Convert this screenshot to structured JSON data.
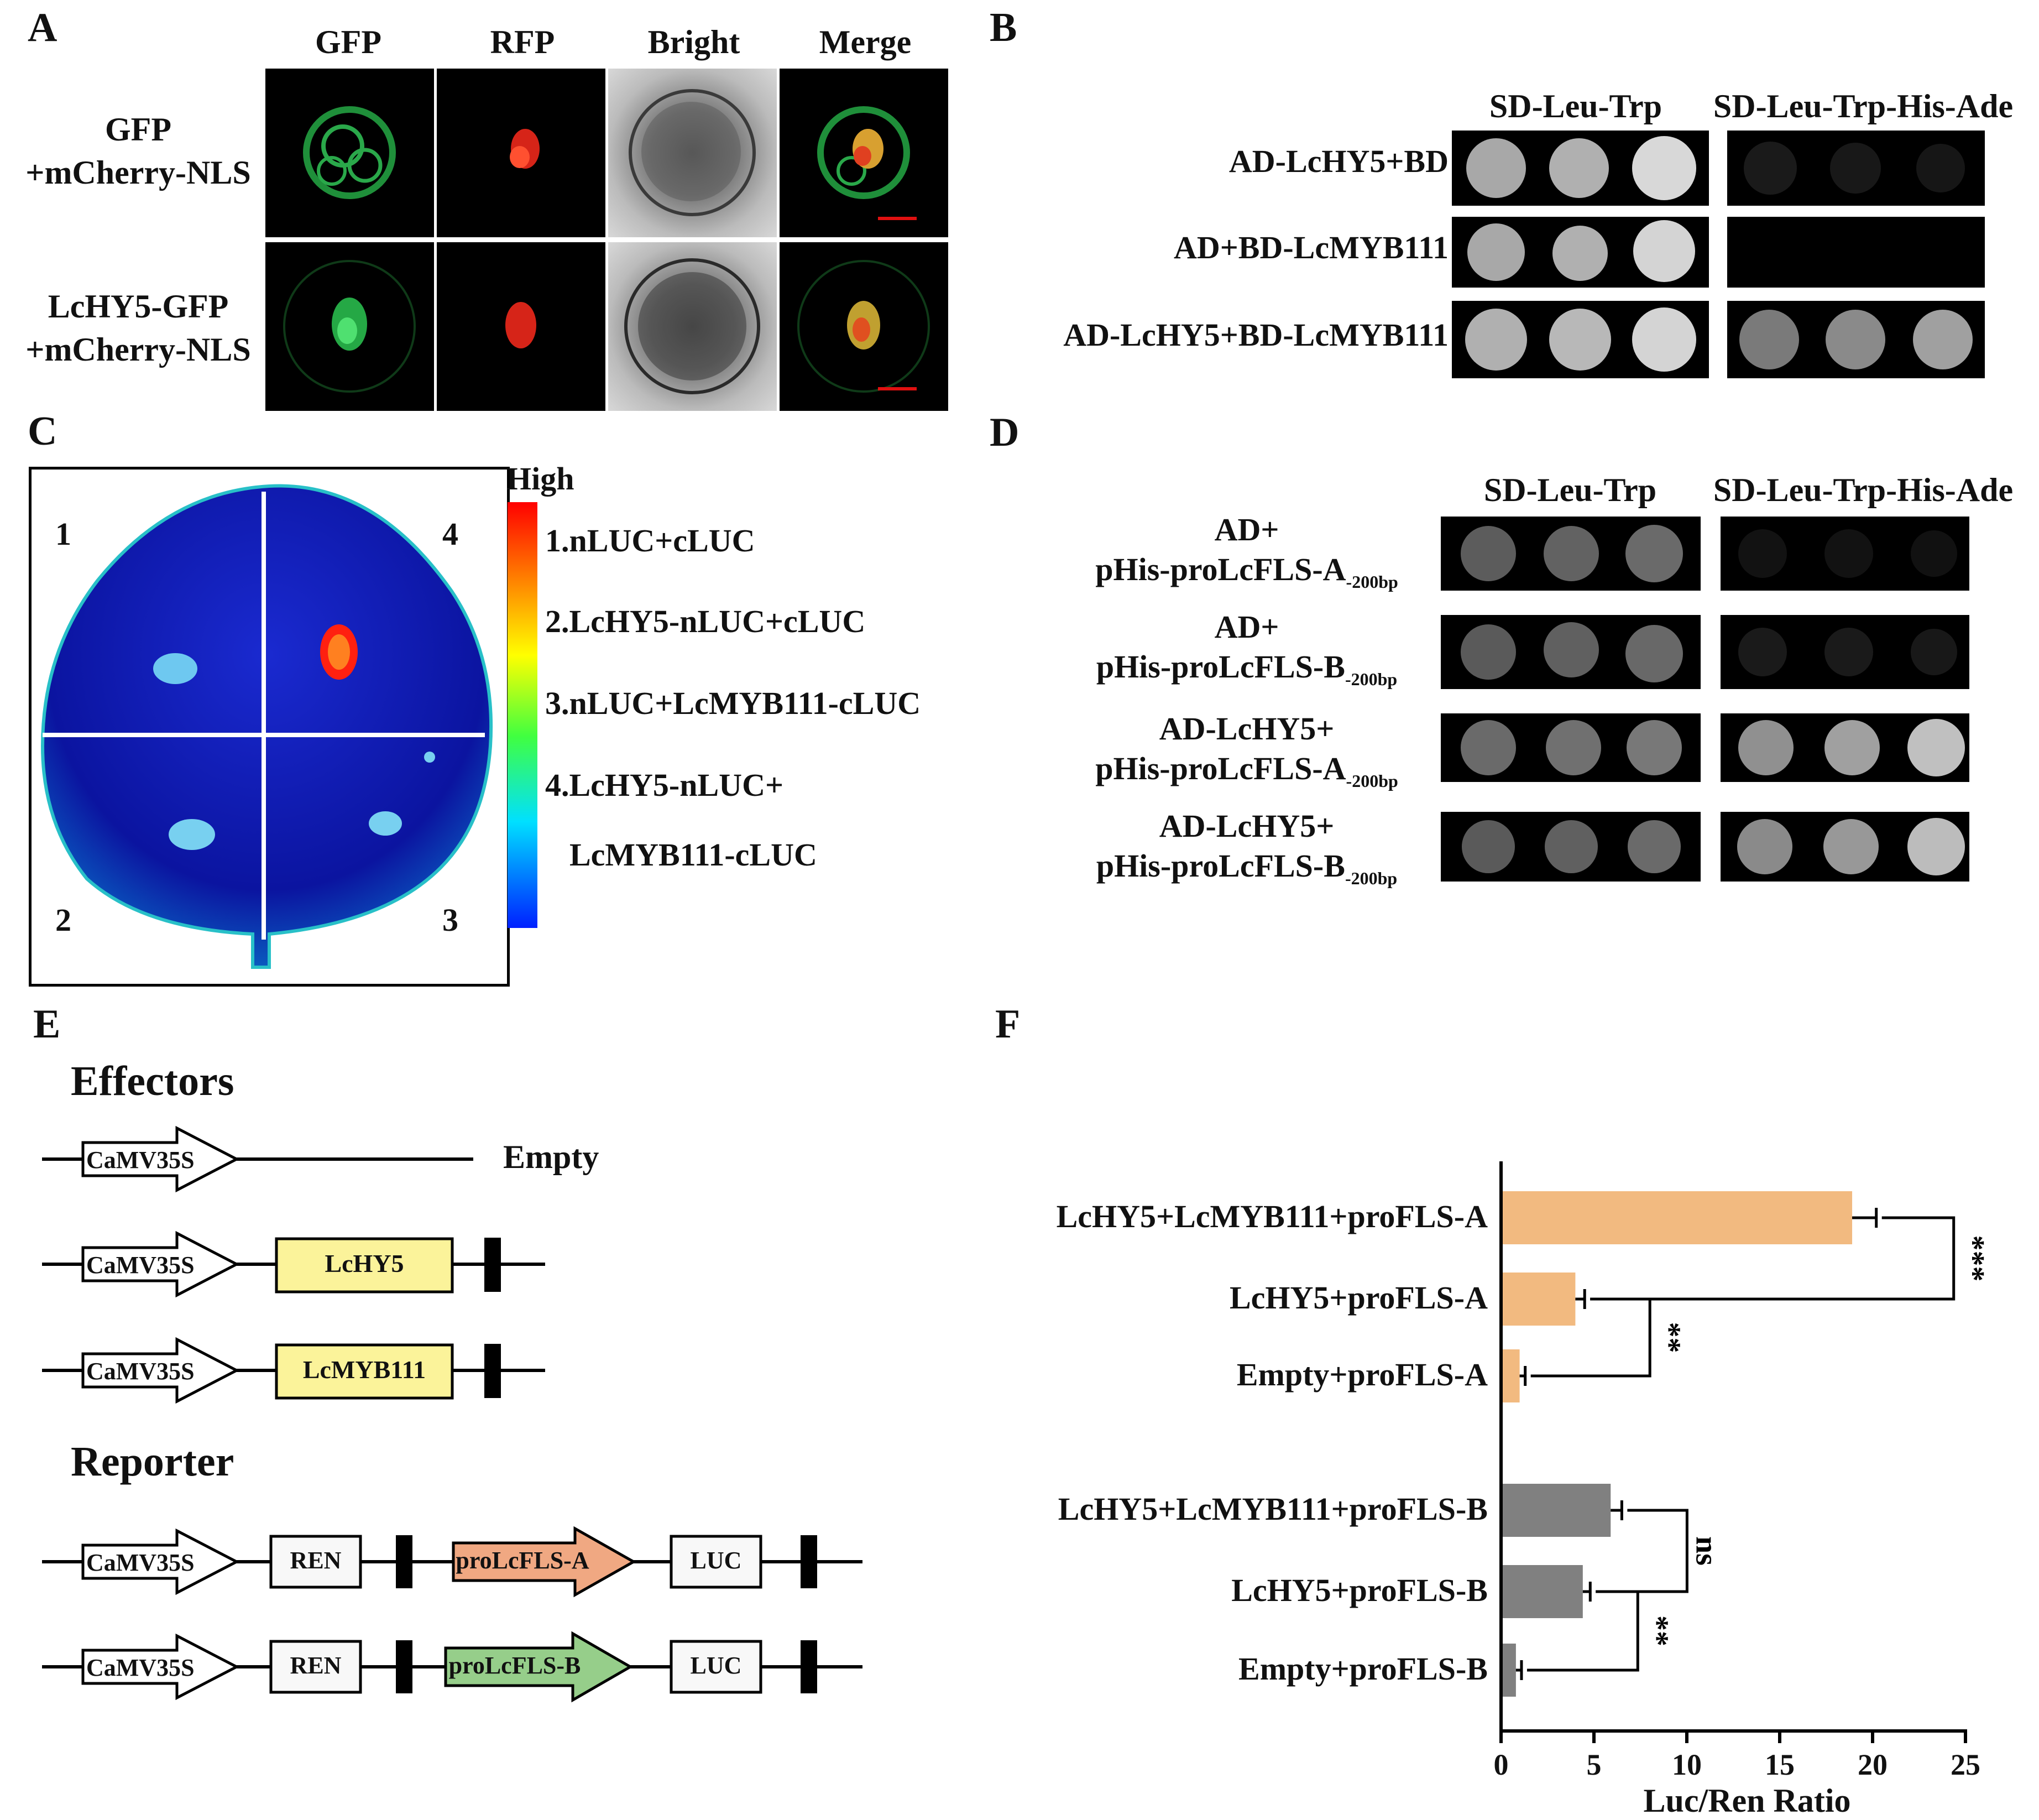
{
  "panels": {
    "A": "A",
    "B": "B",
    "C": "C",
    "D": "D",
    "E": "E",
    "F": "F"
  },
  "panelA": {
    "columns": [
      "GFP",
      "RFP",
      "Bright",
      "Merge"
    ],
    "rows": [
      {
        "line1": "GFP",
        "line2": "+mCherry-NLS"
      },
      {
        "line1": "LcHY5-GFP",
        "line2": "+mCherry-NLS"
      }
    ],
    "colors": {
      "gfp": "#2fa84f",
      "rfp": "#d62418",
      "scale_bar": "#e01010"
    }
  },
  "panelB": {
    "media": [
      "SD-Leu-Trp",
      "SD-Leu-Trp-His-Ade"
    ],
    "rows": [
      "AD-LcHY5+BD",
      "AD+BD-LcMYB111",
      "AD-LcHY5+BD-LcMYB111"
    ]
  },
  "panelC": {
    "scale_high": "High",
    "quadrants": [
      "1",
      "4",
      "2",
      "3"
    ],
    "legend": [
      "1.nLUC+cLUC",
      "2.LcHY5-nLUC+cLUC",
      "3.nLUC+LcMYB111-cLUC",
      "4.LcHY5-nLUC+",
      "LcMYB111-cLUC"
    ]
  },
  "panelD": {
    "media": [
      "SD-Leu-Trp",
      "SD-Leu-Trp-His-Ade"
    ],
    "rows": [
      {
        "line1": "AD+",
        "line2": "pHis-proLcFLS-A",
        "sub": "-200bp"
      },
      {
        "line1": "AD+",
        "line2": "pHis-proLcFLS-B",
        "sub": "-200bp"
      },
      {
        "line1": "AD-LcHY5+",
        "line2": "pHis-proLcFLS-A",
        "sub": "-200bp"
      },
      {
        "line1": "AD-LcHY5+",
        "line2": "pHis-proLcFLS-B",
        "sub": "-200bp"
      }
    ]
  },
  "panelE": {
    "effectors_title": "Effectors",
    "reporter_title": "Reporter",
    "promoter": "CaMV35S",
    "empty": "Empty",
    "genes": [
      "LcHY5",
      "LcMYB111"
    ],
    "ren": "REN",
    "luc": "LUC",
    "pro_a": "proLcFLS-A",
    "pro_b": "proLcFLS-B",
    "colors": {
      "gene": "#fbf39a",
      "pro_a": "#f0a882",
      "pro_b": "#96ce8a"
    }
  },
  "chart_data": {
    "type": "bar",
    "orientation": "horizontal",
    "categories": [
      "LcHY5+LcMYB111+proFLS-A",
      "LcHY5+proFLS-A",
      "Empty+proFLS-A",
      "LcHY5+LcMYB111+proFLS-B",
      "LcHY5+proFLS-B",
      "Empty+proFLS-B"
    ],
    "values": [
      18.9,
      4.0,
      1.0,
      5.9,
      4.4,
      0.8
    ],
    "errors": [
      1.3,
      0.5,
      0.3,
      0.6,
      0.4,
      0.3
    ],
    "colors": [
      "#f2ba80",
      "#f2ba80",
      "#f2ba80",
      "#808080",
      "#808080",
      "#808080"
    ],
    "xlabel": "Luc/Ren Ratio",
    "xlim": [
      0,
      25
    ],
    "xticks": [
      0,
      5,
      10,
      15,
      20,
      25
    ],
    "significance": [
      {
        "between": [
          0,
          1
        ],
        "label": "***"
      },
      {
        "between": [
          1,
          2
        ],
        "label": "**"
      },
      {
        "between": [
          3,
          4
        ],
        "label": "ns"
      },
      {
        "between": [
          4,
          5
        ],
        "label": "**"
      }
    ]
  }
}
